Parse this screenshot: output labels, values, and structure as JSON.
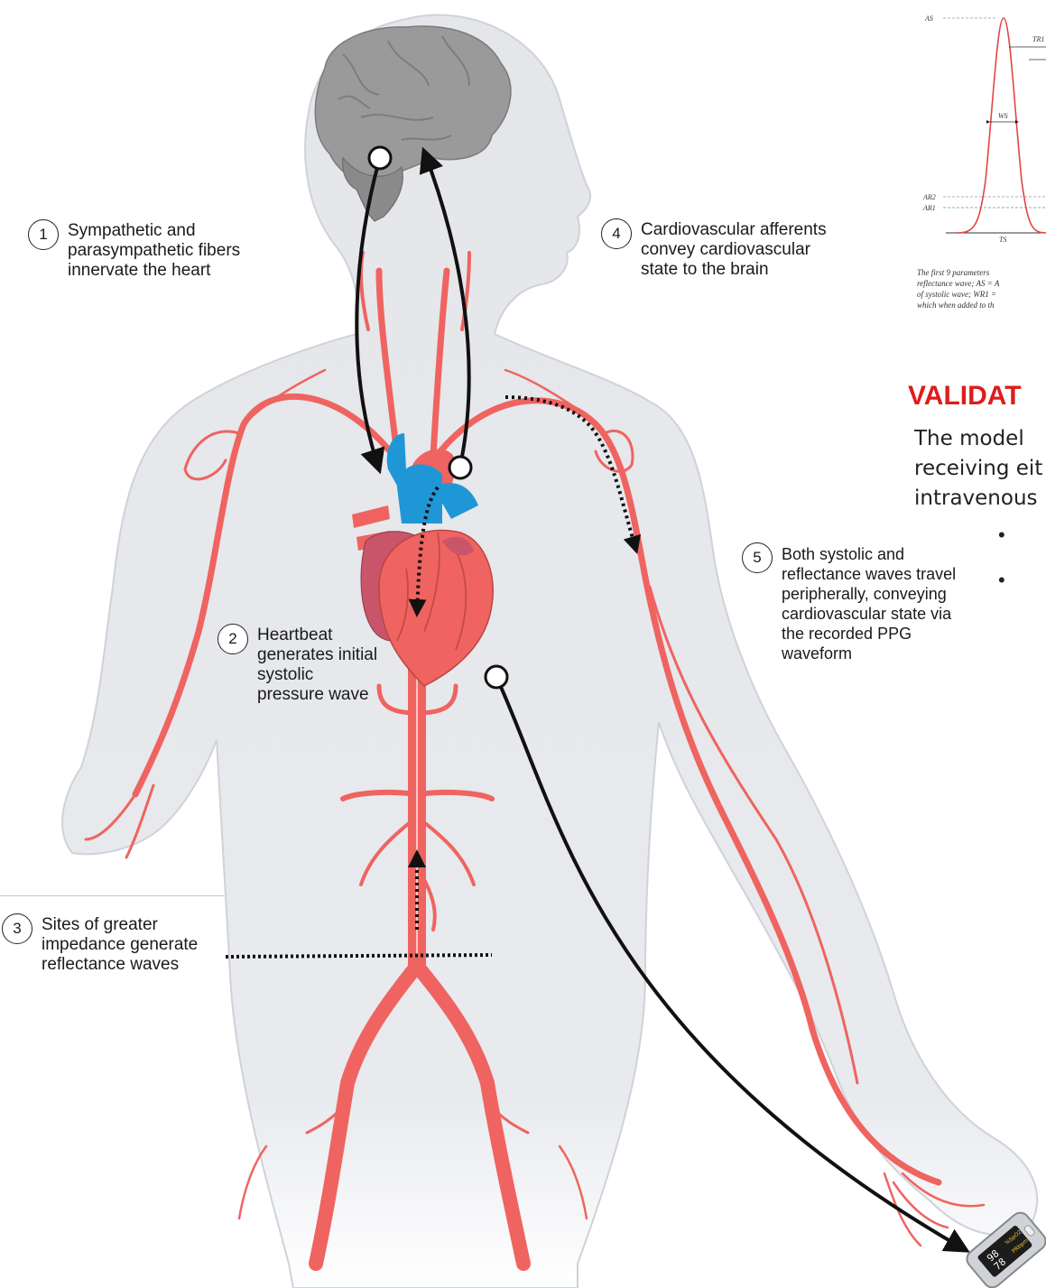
{
  "annotations": [
    {
      "number": "1",
      "text": "Sympathetic and\nparasympathetic fibers\ninnervate the heart"
    },
    {
      "number": "2",
      "text": "Heartbeat\ngenerates initial\nsystolic\npressure wave"
    },
    {
      "number": "3",
      "text": "Sites of greater\nimpedance generate\nreflectance waves"
    },
    {
      "number": "4",
      "text": "Cardiovascular afferents\nconvey cardiovascular\nstate to the brain"
    },
    {
      "number": "5",
      "text": "Both systolic and\nreflectance waves travel\nperipherally, conveying\ncardiovascular state via\nthe recorded PPG\nwaveform"
    }
  ],
  "ppg_chart": {
    "labels": {
      "as": "AS",
      "tr1": "TR1",
      "ws": "WS",
      "ar2": "AR2",
      "ar1": "AR1",
      "ts": "TS"
    },
    "caption": [
      "The first 9 parameters",
      "reflectance wave; AS = A",
      "of systolic wave; WR1 =",
      "which when added to th"
    ]
  },
  "validation": {
    "title": "VALIDAT",
    "lines": [
      "The  model",
      "receiving eit",
      "intravenous"
    ]
  },
  "oximeter": {
    "reading_spo2": "98",
    "reading_pulse": "78",
    "label_spo2": "%SpO2",
    "label_pr": "PRbpm"
  },
  "colors": {
    "artery": "#ef6460",
    "vein": "#1f97d6",
    "body": "#e4e6ea",
    "brain": "#9a9a9a",
    "accent_red": "#e01b1b"
  }
}
